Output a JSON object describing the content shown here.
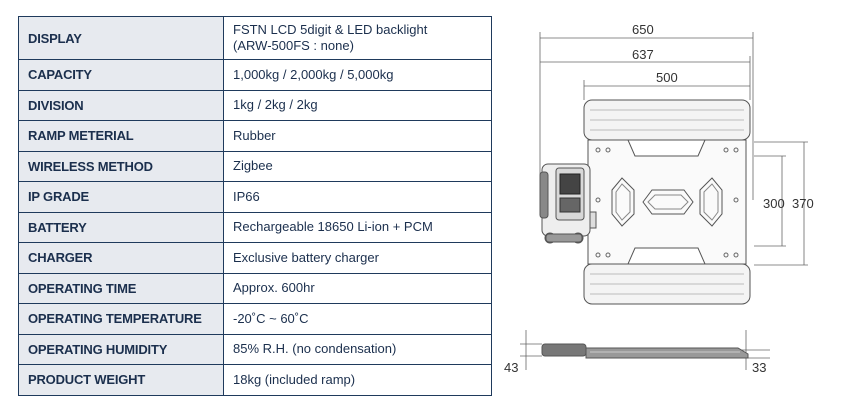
{
  "specs": [
    {
      "label": "DISPLAY",
      "value": "FSTN LCD 5digit & LED backlight",
      "value2": "(ARW-500FS : none)"
    },
    {
      "label": "CAPACITY",
      "value": "1,000kg / 2,000kg / 5,000kg"
    },
    {
      "label": "DIVISION",
      "value": "1kg / 2kg / 2kg"
    },
    {
      "label": "RAMP METERIAL",
      "value": "Rubber"
    },
    {
      "label": "WIRELESS METHOD",
      "value": "Zigbee"
    },
    {
      "label": "IP GRADE",
      "value": "IP66"
    },
    {
      "label": "BATTERY",
      "value": "Rechargeable 18650 Li-ion + PCM"
    },
    {
      "label": "CHARGER",
      "value": "Exclusive battery charger"
    },
    {
      "label": "OPERATING TIME",
      "value": "Approx. 600hr"
    },
    {
      "label": "OPERATING TEMPERATURE",
      "value": "-20˚C ~  60˚C"
    },
    {
      "label": "OPERATING HUMIDITY",
      "value": "85% R.H. (no condensation)"
    },
    {
      "label": "PRODUCT WEIGHT",
      "value": "18kg (included ramp)"
    }
  ],
  "dimensions": {
    "width_overall": "650",
    "width_mid": "637",
    "width_plate": "500",
    "height_inner": "300",
    "height_outer": "370",
    "side_left": "43",
    "side_right": "33"
  }
}
